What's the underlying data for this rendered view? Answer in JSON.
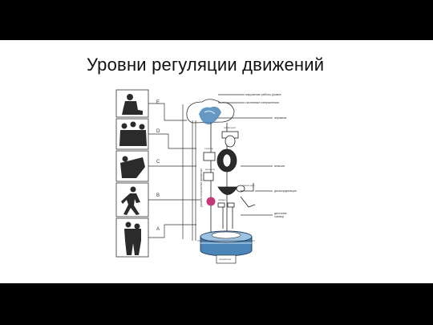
{
  "slide": {
    "title": "Уровни регуляции движений"
  },
  "diagram": {
    "levels": [
      "E",
      "D",
      "C",
      "B",
      "A"
    ],
    "right_labels": [
      "нарушение работы уровня",
      "системные гиперкинезии",
      "апраксия",
      "атаксия",
      "дискоординация",
      "дистония",
      "тремор"
    ],
    "inner_labels": [
      "лобная доля",
      "стриатум",
      "моз-жечок",
      "красное ядро",
      "таламус",
      "спинной мозг"
    ],
    "vertical_label": "уровни построения движения",
    "colors": {
      "cortex_blue": "#4a86b8",
      "accent_pink": "#c23a78",
      "line": "#222222",
      "figure": "#2b2b2b"
    }
  }
}
